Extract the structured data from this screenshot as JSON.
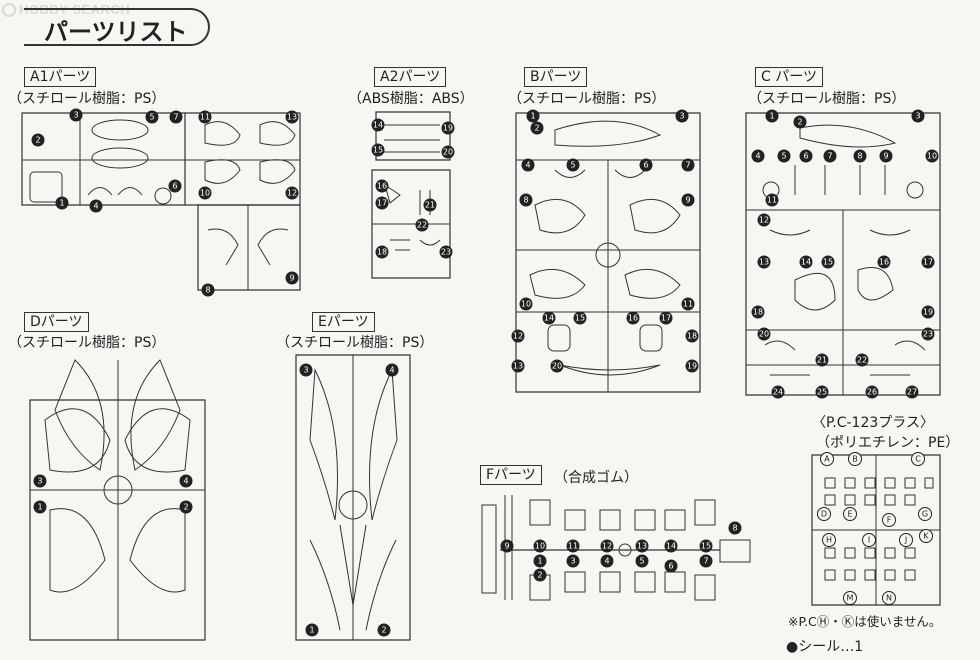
{
  "watermark": "HOBBY SEARCH",
  "title": "パーツリスト",
  "sections": {
    "a1": {
      "label": "A1パーツ",
      "material": "（スチロール樹脂：PS）"
    },
    "a2": {
      "label": "A2パーツ",
      "material": "（ABS樹脂：ABS）"
    },
    "b": {
      "label": "Bパーツ",
      "material": "（スチロール樹脂：PS）"
    },
    "c": {
      "label": "C パーツ",
      "material": "（スチロール樹脂：PS）"
    },
    "d": {
      "label": "Dパーツ",
      "material": "（スチロール樹脂：PS）"
    },
    "e": {
      "label": "Eパーツ",
      "material": "（スチロール樹脂：PS）"
    },
    "f": {
      "label": "Fパーツ",
      "material": "（合成ゴム）"
    },
    "pc": {
      "label": "〈P.C-123プラス〉",
      "material": "（ポリエチレン：PE）"
    }
  },
  "notes": {
    "unused": "※P.CⒽ・Ⓚは使いません。",
    "seal": "●シール…1"
  },
  "part_numbers": {
    "a1": [
      "1",
      "2",
      "3",
      "4",
      "5",
      "6",
      "7",
      "8",
      "9",
      "10",
      "11",
      "12",
      "13"
    ],
    "a2": [
      "14",
      "15",
      "16",
      "17",
      "18",
      "19",
      "20",
      "21",
      "22",
      "23"
    ],
    "b": [
      "1",
      "2",
      "3",
      "4",
      "5",
      "6",
      "7",
      "8",
      "9",
      "10",
      "11",
      "12",
      "13",
      "14",
      "15",
      "16",
      "17",
      "18",
      "19",
      "20"
    ],
    "c": [
      "1",
      "2",
      "3",
      "4",
      "5",
      "6",
      "7",
      "8",
      "9",
      "10",
      "11",
      "12",
      "13",
      "14",
      "15",
      "16",
      "17",
      "18",
      "19",
      "20",
      "21",
      "22",
      "23",
      "24",
      "25",
      "26",
      "27"
    ],
    "d": [
      "1",
      "2",
      "3",
      "4"
    ],
    "e": [
      "1",
      "2",
      "3",
      "4"
    ],
    "f": [
      "1",
      "2",
      "3",
      "4",
      "5",
      "6",
      "7",
      "8",
      "9",
      "10",
      "11",
      "12",
      "13",
      "14",
      "15"
    ],
    "pc": [
      "A",
      "B",
      "C",
      "D",
      "E",
      "F",
      "G",
      "H",
      "I",
      "J",
      "K",
      "M",
      "N"
    ]
  }
}
